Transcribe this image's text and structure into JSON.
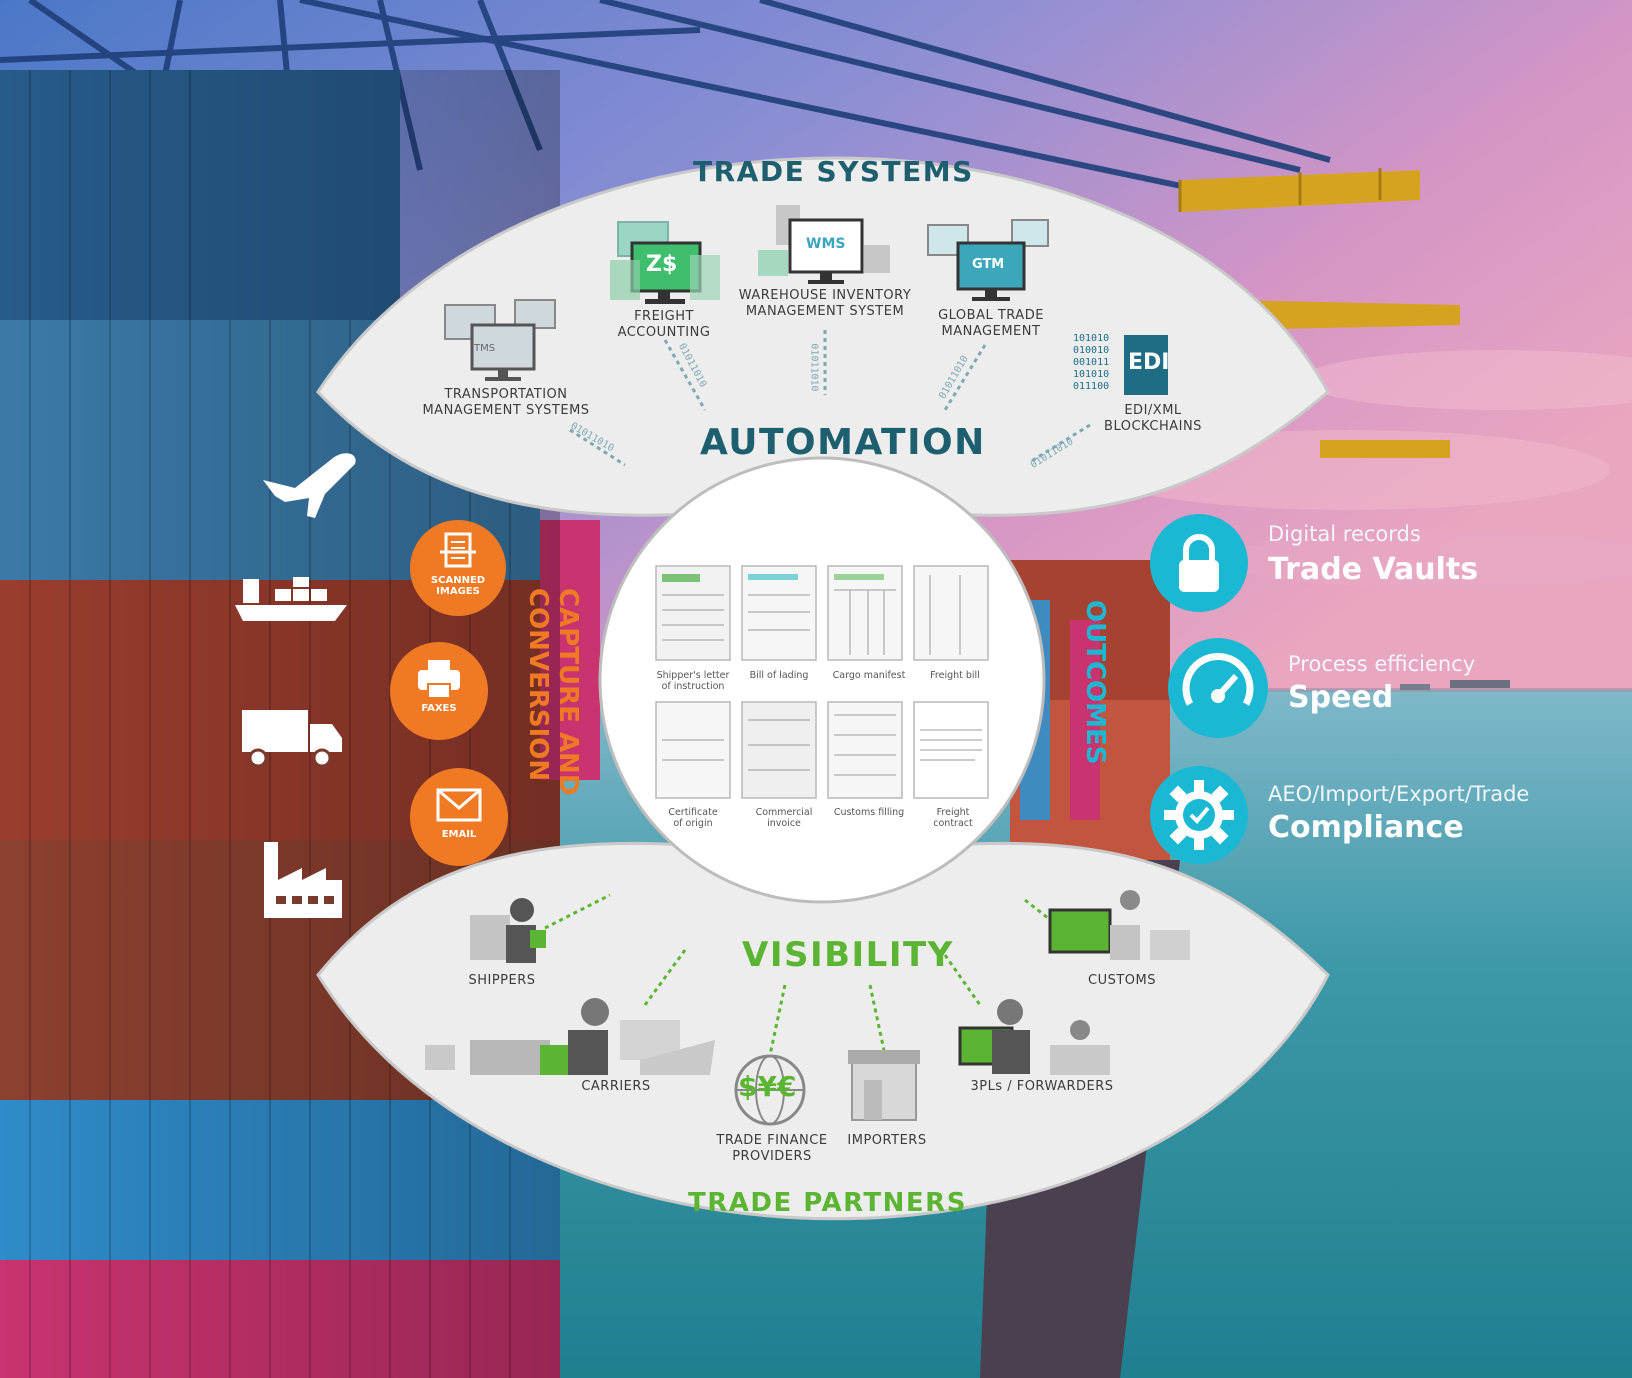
{
  "trade_systems": {
    "heading": "TRADE SYSTEMS",
    "automation": "AUTOMATION",
    "tms_badge": "TMS",
    "wms_badge": "WMS",
    "gtm_badge": "GTM",
    "edi_badge": "EDI",
    "binary": "01011010",
    "edi_bits": [
      "101010",
      "010010",
      "001011",
      "101010",
      "011100"
    ],
    "systems": [
      {
        "line1": "TRANSPORTATION",
        "line2": "MANAGEMENT SYSTEMS"
      },
      {
        "line1": "FREIGHT",
        "line2": "ACCOUNTING"
      },
      {
        "line1": "WAREHOUSE INVENTORY",
        "line2": "MANAGEMENT SYSTEM"
      },
      {
        "line1": "GLOBAL TRADE",
        "line2": "MANAGEMENT"
      },
      {
        "line1": "EDI/XML",
        "line2": "BLOCKCHAINS"
      }
    ]
  },
  "documents": [
    {
      "line1": "Shipper's letter",
      "line2": "of instruction"
    },
    {
      "line1": "Bill of lading",
      "line2": ""
    },
    {
      "line1": "Cargo manifest",
      "line2": ""
    },
    {
      "line1": "Freight bill",
      "line2": ""
    },
    {
      "line1": "Certificate",
      "line2": "of origin"
    },
    {
      "line1": "Commercial",
      "line2": "invoice"
    },
    {
      "line1": "Customs filling",
      "line2": ""
    },
    {
      "line1": "Freight",
      "line2": "contract"
    }
  ],
  "capture": {
    "title_line1": "CAPTURE AND",
    "title_line2": "CONVERSION",
    "inputs": [
      {
        "line1": "SCANNED",
        "line2": "IMAGES",
        "icon": "scanner-icon"
      },
      {
        "line1": "FAXES",
        "line2": "",
        "icon": "printer-icon"
      },
      {
        "line1": "EMAIL",
        "line2": "",
        "icon": "envelope-icon"
      }
    ],
    "modes": [
      "airplane-icon",
      "ship-icon",
      "truck-icon",
      "factory-icon"
    ]
  },
  "outcomes": {
    "title": "OUTCOMES",
    "items": [
      {
        "small": "Digital records",
        "big": "Trade Vaults",
        "icon": "lock-icon"
      },
      {
        "small": "Process efficiency",
        "big": "Speed",
        "icon": "speedometer-icon"
      },
      {
        "small": "AEO/Import/Export/Trade",
        "big": "Compliance",
        "icon": "gear-check-icon"
      }
    ]
  },
  "trade_partners": {
    "visibility": "VISIBILITY",
    "heading": "TRADE PARTNERS",
    "partners": [
      {
        "line1": "SHIPPERS",
        "line2": ""
      },
      {
        "line1": "CUSTOMS",
        "line2": ""
      },
      {
        "line1": "CARRIERS",
        "line2": ""
      },
      {
        "line1": "3PLs / FORWARDERS",
        "line2": ""
      },
      {
        "line1": "TRADE FINANCE",
        "line2": "PROVIDERS"
      },
      {
        "line1": "IMPORTERS",
        "line2": ""
      }
    ],
    "finance_symbols": "$¥€"
  },
  "colors": {
    "teal": "#1d5f6e",
    "green": "#5bb533",
    "orange": "#ef7a23",
    "cyan": "#1bb8d4"
  }
}
